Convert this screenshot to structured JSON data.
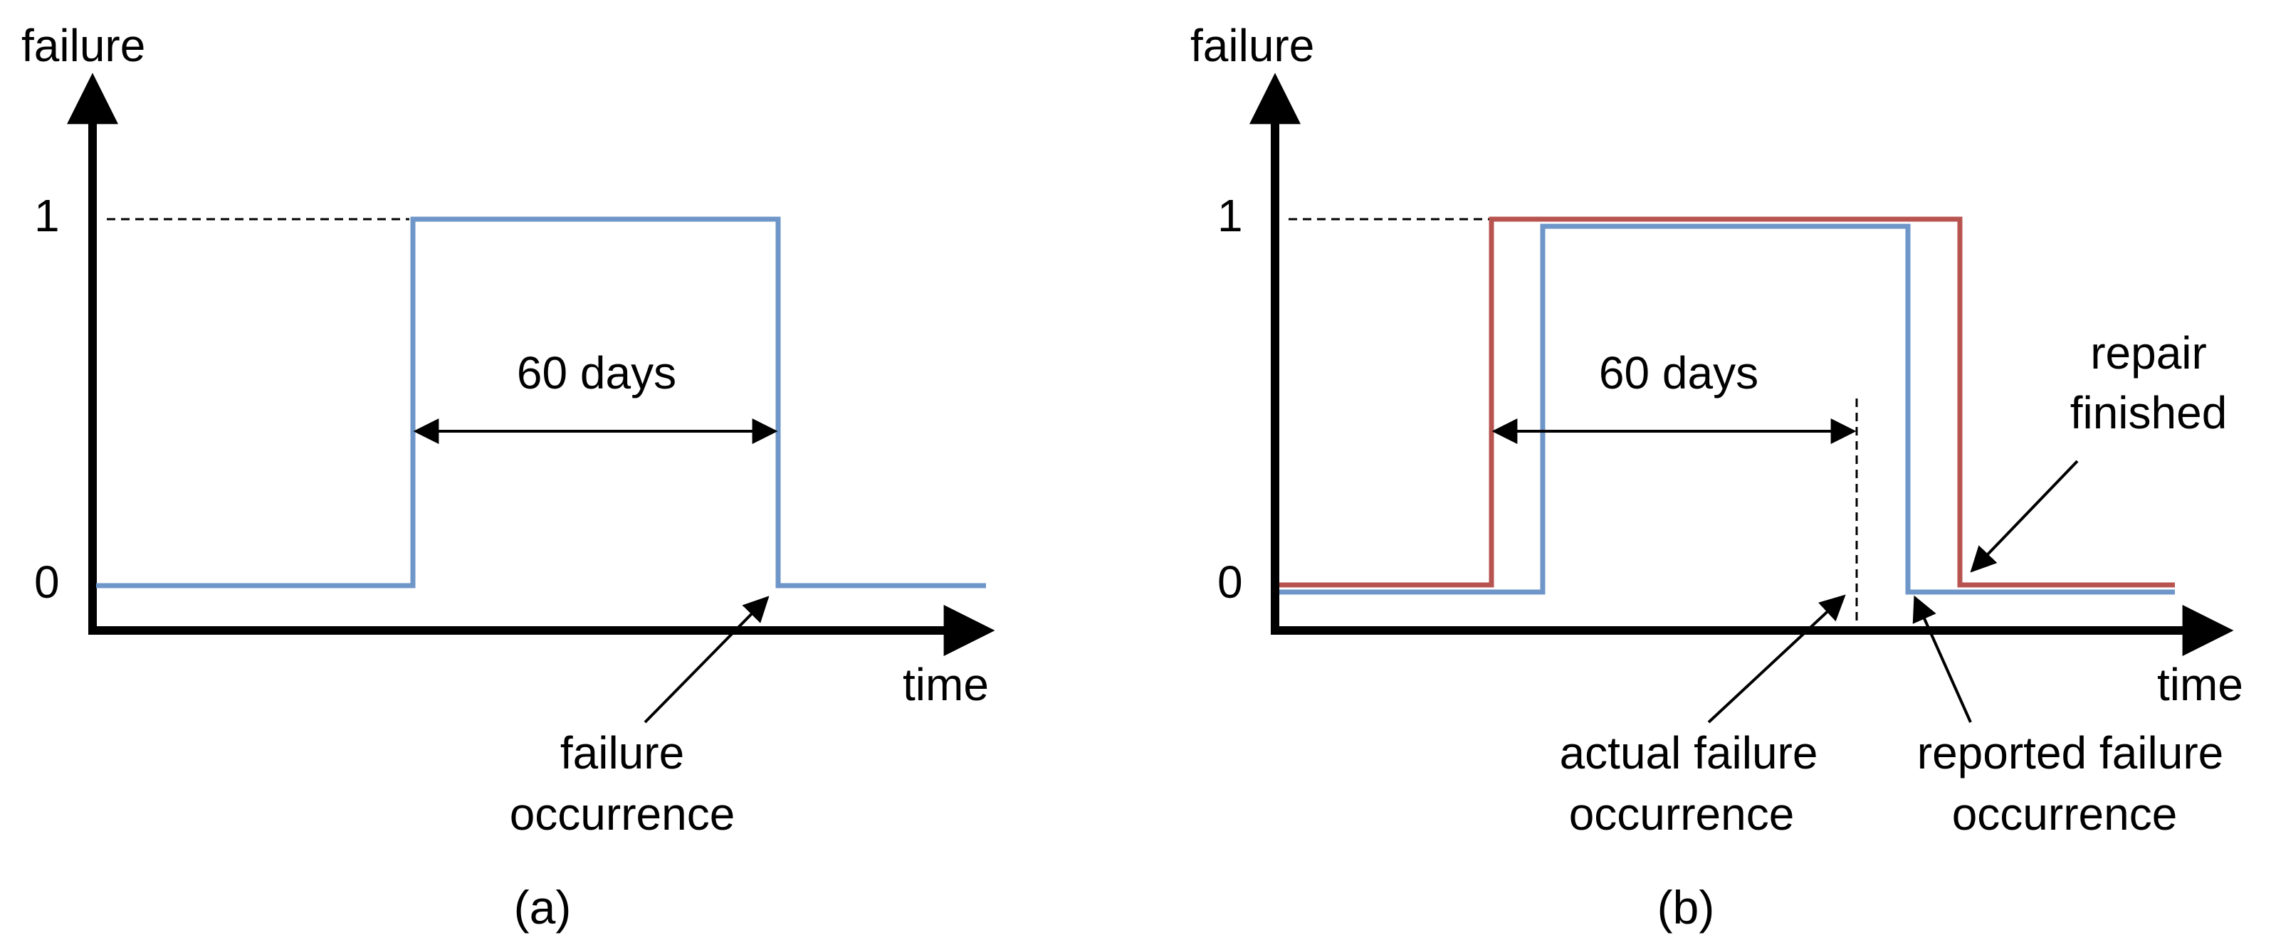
{
  "colors": {
    "blue": "#6e96c8",
    "red": "#b85450",
    "black": "#000000"
  },
  "panel_a": {
    "y_axis_label": "failure",
    "x_axis_label": "time",
    "tick_1": "1",
    "tick_0": "0",
    "duration_label": "60 days",
    "annotation_line1": "failure",
    "annotation_line2": "occurrence",
    "caption": "(a)"
  },
  "panel_b": {
    "y_axis_label": "failure",
    "x_axis_label": "time",
    "tick_1": "1",
    "tick_0": "0",
    "duration_label": "60 days",
    "repair_line1": "repair",
    "repair_line2": "finished",
    "actual_line1": "actual failure",
    "actual_line2": "occurrence",
    "reported_line1": "reported failure",
    "reported_line2": "occurrence",
    "caption": "(b)"
  }
}
